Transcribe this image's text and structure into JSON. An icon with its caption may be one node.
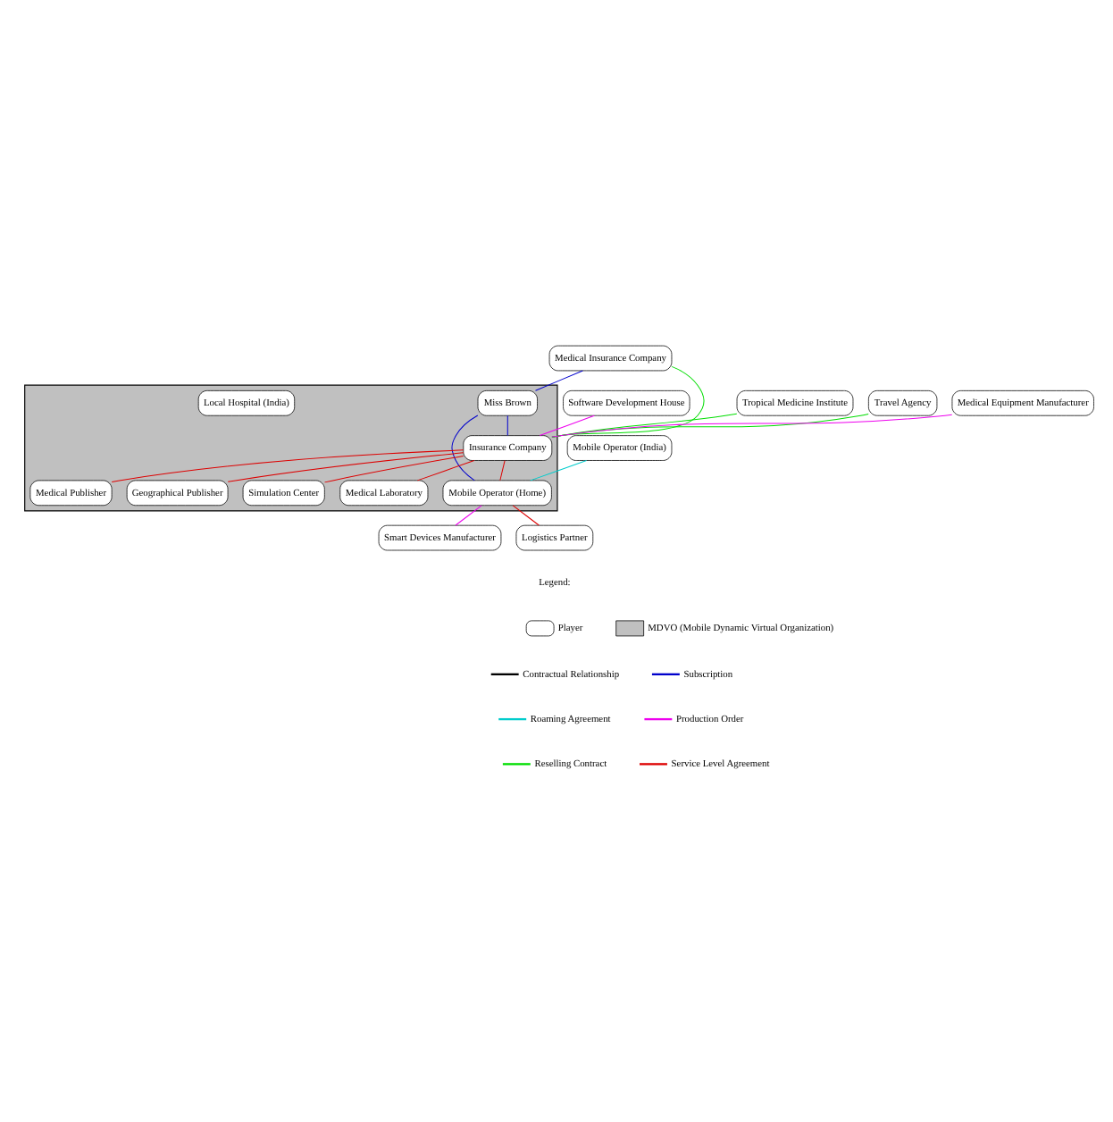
{
  "diagram": {
    "nodes": [
      {
        "text": [
          "Medical Insurance Company"
        ]
      },
      {
        "text": [
          "Tropical Medicine Institute"
        ]
      },
      {
        "text": [
          "Travel Agency"
        ]
      },
      {
        "text": [
          "Medical Equipment Manufacturer"
        ]
      },
      {
        "text": [
          "Software Development House"
        ]
      },
      {
        "text": [],
        "shape": "polygon"
      },
      {
        "text": [
          "Miss Brown"
        ],
        "in": 5
      },
      {
        "text": [
          "Insurance Company"
        ],
        "in": 5
      },
      {
        "text": [
          "Medical Publisher"
        ],
        "in": 5
      },
      {
        "text": [
          "Local Hospital (India)"
        ],
        "in": 5
      },
      {
        "text": [
          "Geographical Publisher"
        ],
        "in": 5
      },
      {
        "text": [
          "Simulation Center"
        ],
        "in": 5
      },
      {
        "text": [
          "Mobile Operator (India)"
        ]
      },
      {
        "text": [
          "Mobile Operator (Home)"
        ],
        "in": 5
      },
      {
        "text": [
          "Smart Devices Manufacturer"
        ]
      },
      {
        "text": [
          "Medical Laboratory"
        ],
        "in": 5
      },
      {
        "text": [
          "Logistics Partner"
        ]
      }
    ],
    "edges": [
      {
        "from": 0,
        "to": 6,
        "arrow": "none",
        "color": "#0000cc"
      },
      {
        "from": 0,
        "to": 7,
        "arrow": "none",
        "color": "#00dd00"
      },
      {
        "from": 1,
        "to": 7,
        "arrow": "none",
        "color": "#00dd00"
      },
      {
        "from": 2,
        "to": 7,
        "arrow": "none",
        "color": "#00dd00"
      },
      {
        "from": 3,
        "to": 7,
        "arrow": "none",
        "color": "#ee00ee"
      },
      {
        "from": 4,
        "to": 7,
        "arrow": "none",
        "color": "#ee00ee"
      },
      {
        "from": 6,
        "to": 7,
        "arrow": "none",
        "color": "#0000cc"
      },
      {
        "from": 6,
        "to": 13,
        "arrow": "none",
        "color": "#0000cc"
      },
      {
        "from": 7,
        "to": 13,
        "arrow": "none",
        "color": "#dd0000"
      },
      {
        "from": 7,
        "to": 8,
        "arrow": "none",
        "color": "#dd0000"
      },
      {
        "from": 7,
        "to": 10,
        "arrow": "none",
        "color": "#dd0000"
      },
      {
        "from": 7,
        "to": 11,
        "arrow": "none",
        "color": "#dd0000"
      },
      {
        "from": 7,
        "to": 15,
        "arrow": "none",
        "color": "#dd0000"
      },
      {
        "from": 12,
        "to": 13,
        "arrow": "none",
        "color": "#00cccc"
      },
      {
        "from": 13,
        "to": 14,
        "arrow": "none",
        "color": "#ee00ee"
      },
      {
        "from": 13,
        "to": 16,
        "arrow": "none",
        "color": "#dd0000"
      }
    ],
    "labels": [
      "Legend:"
    ],
    "legend": [
      {
        "text": "Player"
      },
      {
        "text": "MDVO (Mobile Dynamic Virtual Organization)"
      },
      {
        "text": "Contractual Relationship",
        "color": "#000000"
      },
      {
        "text": "Subscription",
        "color": "#0000cc"
      },
      {
        "text": "Roaming Agreement",
        "color": "#00cccc"
      },
      {
        "text": "Production Order",
        "color": "#ee00ee"
      },
      {
        "text": "Reselling Contract",
        "color": "#00dd00"
      },
      {
        "text": "Service Level Agreement",
        "color": "#dd0000"
      }
    ]
  }
}
